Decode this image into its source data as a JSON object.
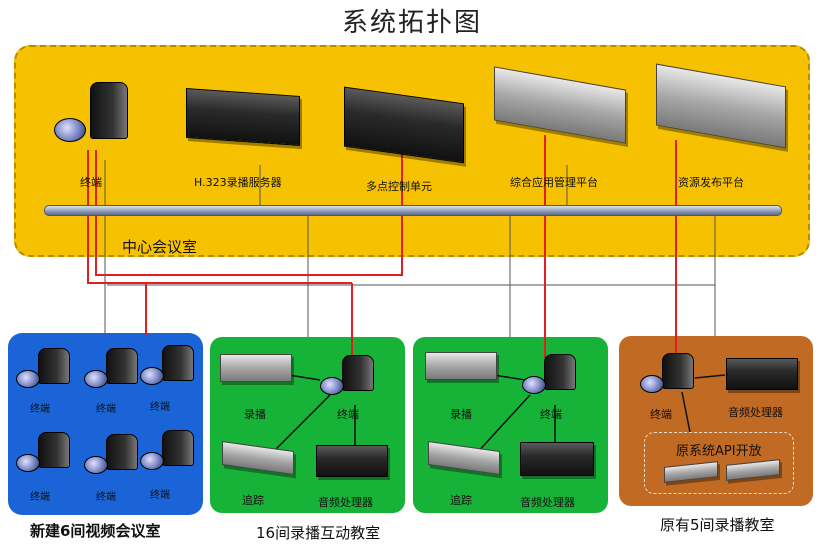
{
  "title": "系统拓扑图",
  "central": {
    "name": "中心会议室",
    "devices": {
      "terminal": "终端",
      "h323": "H.323录播服务器",
      "mcu": "多点控制单元",
      "mgmt": "综合应用管理平台",
      "resource": "资源发布平台"
    }
  },
  "blue_zone": {
    "caption": "新建6间视频会议室",
    "terminals": [
      "终端",
      "终端",
      "终端",
      "终端",
      "终端",
      "终端"
    ]
  },
  "green_zones": {
    "caption": "16间录播互动教室",
    "left": {
      "record": "录播",
      "terminal": "终端",
      "tracking": "追踪",
      "audio": "音频处理器"
    },
    "right": {
      "record": "录播",
      "terminal": "终端",
      "tracking": "追踪",
      "audio": "音频处理器"
    }
  },
  "orange_zone": {
    "caption": "原有5间录播教室",
    "terminal": "终端",
    "audio": "音频处理器",
    "api": "原系统API开放"
  },
  "colors": {
    "link_red": "#e02020",
    "link_gray": "#555555",
    "central_bg": "#f6c100"
  }
}
